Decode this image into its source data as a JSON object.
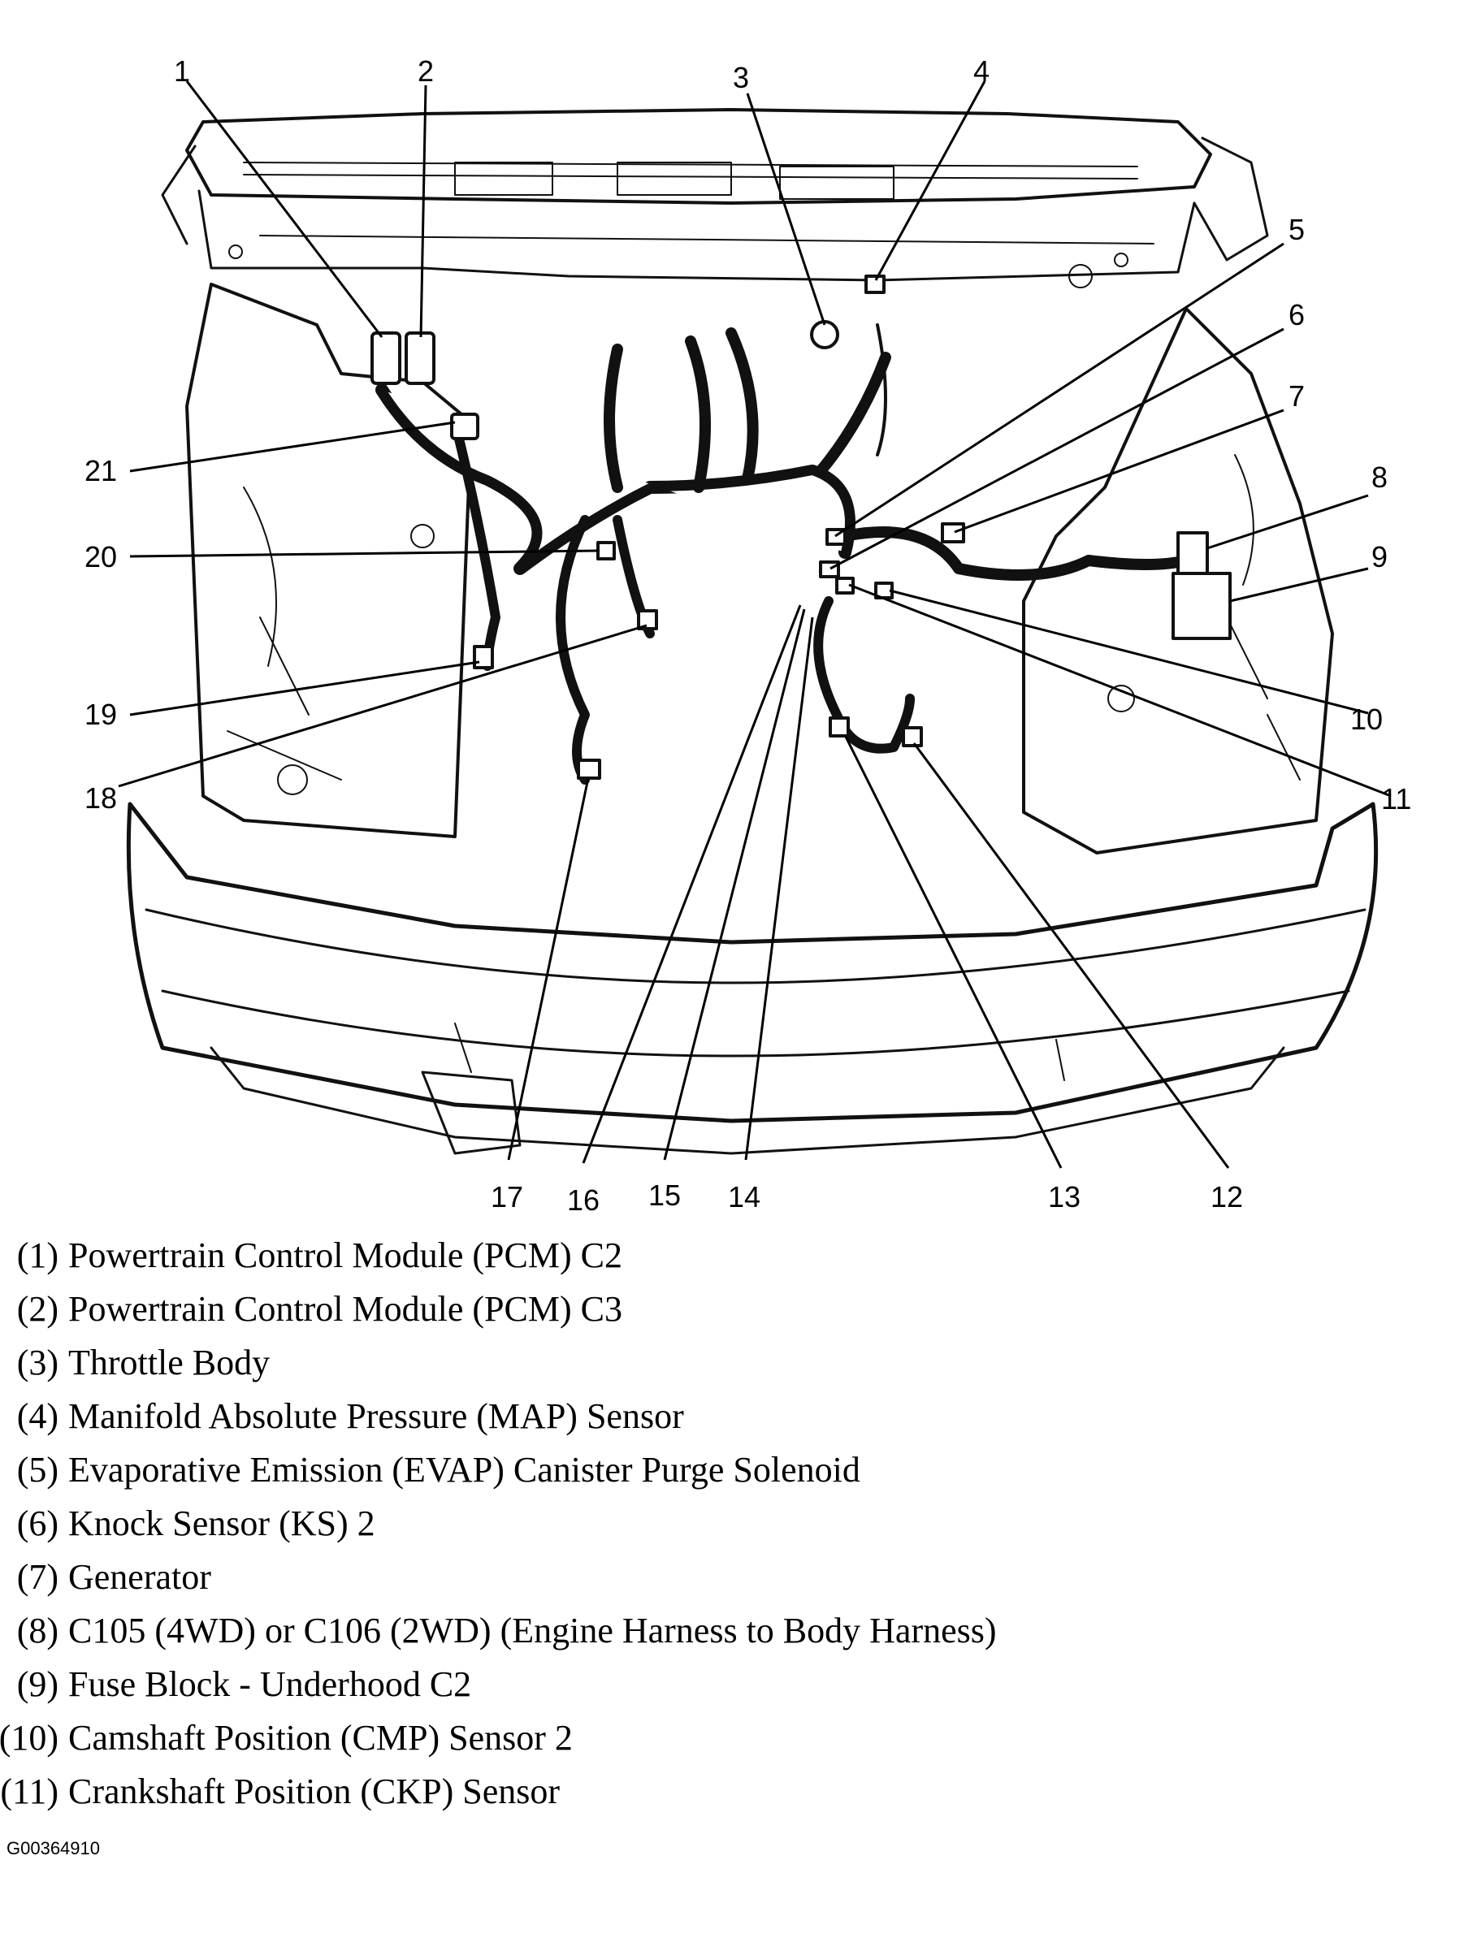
{
  "callouts": [
    "1",
    "2",
    "3",
    "4",
    "5",
    "6",
    "7",
    "8",
    "9",
    "10",
    "11",
    "12",
    "13",
    "14",
    "15",
    "16",
    "17",
    "18",
    "19",
    "20",
    "21"
  ],
  "legend": [
    {
      "num": "(1)",
      "text": "Powertrain Control Module (PCM) C2"
    },
    {
      "num": "(2)",
      "text": "Powertrain Control Module (PCM) C3"
    },
    {
      "num": "(3)",
      "text": "Throttle Body"
    },
    {
      "num": "(4)",
      "text": "Manifold Absolute Pressure (MAP) Sensor"
    },
    {
      "num": "(5)",
      "text": "Evaporative Emission (EVAP) Canister Purge Solenoid"
    },
    {
      "num": "(6)",
      "text": "Knock Sensor (KS) 2"
    },
    {
      "num": "(7)",
      "text": "Generator"
    },
    {
      "num": "(8)",
      "text": "C105 (4WD) or C106 (2WD) (Engine Harness to Body Harness)"
    },
    {
      "num": "(9)",
      "text": "Fuse Block - Underhood C2"
    },
    {
      "num": "(10)",
      "text": "Camshaft Position (CMP) Sensor 2"
    },
    {
      "num": "(11)",
      "text": "Crankshaft Position (CKP) Sensor"
    }
  ],
  "figure_id": "G00364910"
}
